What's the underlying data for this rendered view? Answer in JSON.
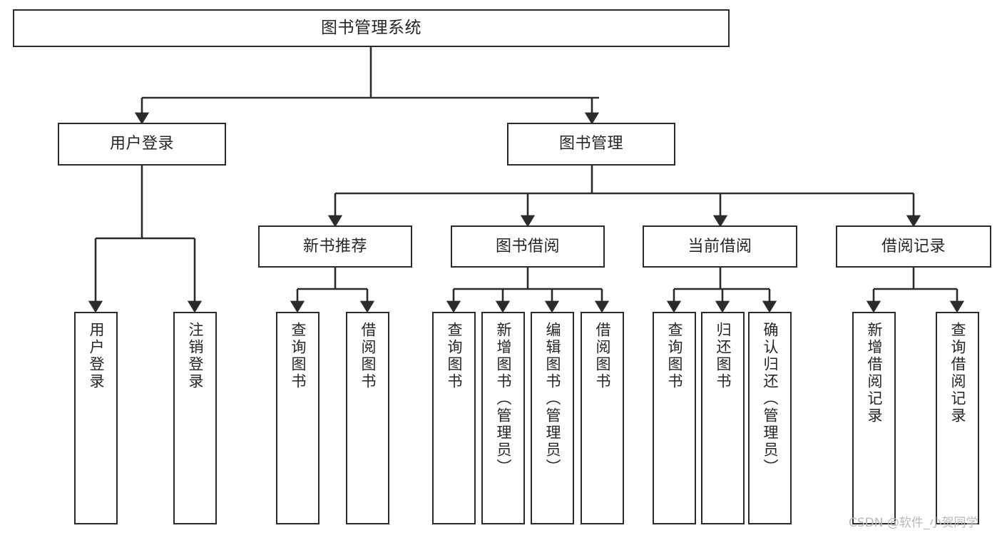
{
  "diagram": {
    "title": "图书管理系统",
    "type": "hierarchy-tree",
    "watermark": "CSDN @软件_小贺同学",
    "colors": {
      "box_border": "#2b2b2b",
      "box_fill": "#ffffff",
      "text": "#262626",
      "connector": "#2b2b2b",
      "watermark": "#b9b9b9",
      "background": "#ffffff"
    },
    "root": {
      "label": "图书管理系统"
    },
    "level2": [
      {
        "label": "用户登录"
      },
      {
        "label": "图书管理"
      }
    ],
    "level3": [
      {
        "label": "新书推荐"
      },
      {
        "label": "图书借阅"
      },
      {
        "label": "当前借阅"
      },
      {
        "label": "借阅记录"
      }
    ],
    "leaves": {
      "user_login": [
        {
          "label": "用户登录"
        },
        {
          "label": "注销登录"
        }
      ],
      "new_book_recommend": [
        {
          "label": "查询图书"
        },
        {
          "label": "借阅图书"
        }
      ],
      "book_borrow": [
        {
          "label": "查询图书"
        },
        {
          "label": "新增图书（管理员）"
        },
        {
          "label": "编辑图书（管理员）"
        },
        {
          "label": "借阅图书"
        }
      ],
      "current_borrow": [
        {
          "label": "查询图书"
        },
        {
          "label": "归还图书"
        },
        {
          "label": "确认归还（管理员）"
        }
      ],
      "borrow_record": [
        {
          "label": "新增借阅记录"
        },
        {
          "label": "查询借阅记录"
        }
      ]
    }
  }
}
